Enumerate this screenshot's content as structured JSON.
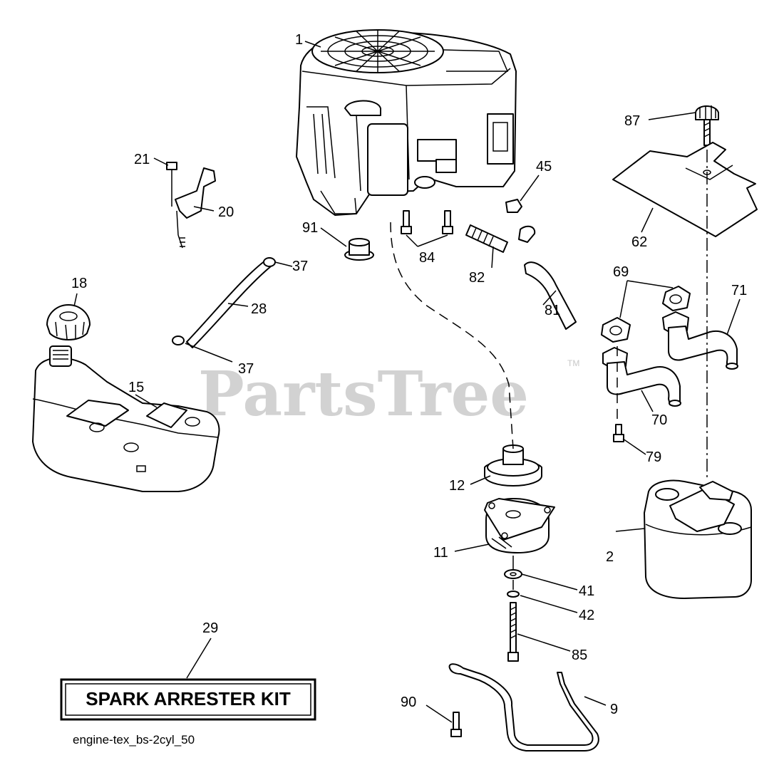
{
  "watermark": "PartsTree",
  "watermark_tm": "TM",
  "kit_box": "SPARK ARRESTER KIT",
  "footer_code": "engine-tex_bs-2cyl_50",
  "callouts": [
    {
      "id": "1",
      "part": "engine"
    },
    {
      "id": "2",
      "part": "muffler"
    },
    {
      "id": "9",
      "part": "rod"
    },
    {
      "id": "11",
      "part": "clutch"
    },
    {
      "id": "12",
      "part": "pulley"
    },
    {
      "id": "15",
      "part": "fuel-tank"
    },
    {
      "id": "18",
      "part": "fuel-cap"
    },
    {
      "id": "20",
      "part": "bracket"
    },
    {
      "id": "21",
      "part": "screw"
    },
    {
      "id": "28",
      "part": "fuel-hose"
    },
    {
      "id": "29",
      "part": "spark-arrester-kit"
    },
    {
      "id": "37",
      "part": "hose-clamp-top"
    },
    {
      "id": "37",
      "part": "hose-clamp-bottom"
    },
    {
      "id": "41",
      "part": "spacer"
    },
    {
      "id": "42",
      "part": "washer"
    },
    {
      "id": "45",
      "part": "nut"
    },
    {
      "id": "62",
      "part": "heat-shield"
    },
    {
      "id": "69",
      "part": "gasket"
    },
    {
      "id": "70",
      "part": "exhaust-pipe-left"
    },
    {
      "id": "71",
      "part": "exhaust-pipe-right"
    },
    {
      "id": "79",
      "part": "screw"
    },
    {
      "id": "81",
      "part": "drain-hose"
    },
    {
      "id": "82",
      "part": "drain-valve"
    },
    {
      "id": "84",
      "part": "bolts"
    },
    {
      "id": "85",
      "part": "bolt"
    },
    {
      "id": "87",
      "part": "knob"
    },
    {
      "id": "90",
      "part": "screw"
    },
    {
      "id": "91",
      "part": "bushing"
    }
  ]
}
